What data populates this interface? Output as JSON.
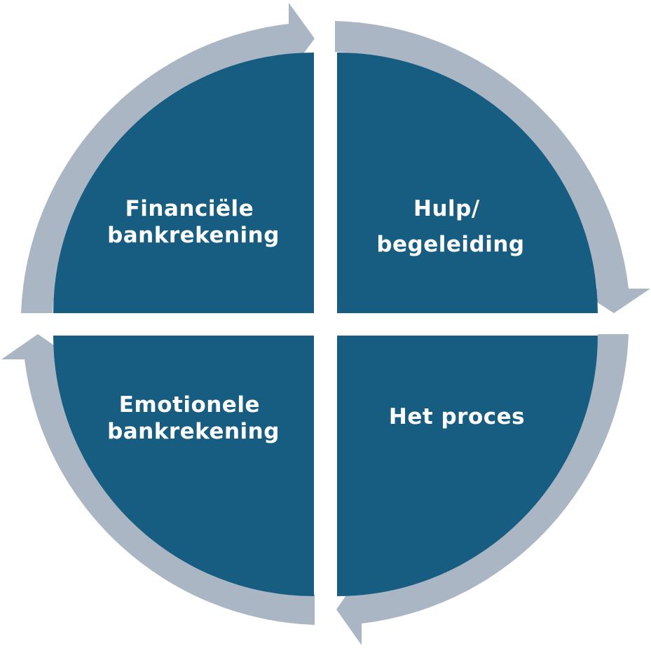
{
  "colors": {
    "quadrant_fill": "#175d82",
    "arrow_fill": "#aab6c3",
    "background": "#ffffff",
    "label_text": "#ffffff"
  },
  "quadrants": [
    {
      "id": "top-left",
      "label_lines": [
        "Financiële",
        "bankrekening"
      ]
    },
    {
      "id": "top-right",
      "label_lines": [
        "Hulp/",
        "begeleiding"
      ]
    },
    {
      "id": "bottom-right",
      "label_lines": [
        "Het proces"
      ]
    },
    {
      "id": "bottom-left",
      "label_lines": [
        "Emotionele",
        "bankrekening"
      ]
    }
  ],
  "cycle": {
    "direction": "clockwise",
    "arrow_icon": "circular-arrow-icon"
  }
}
